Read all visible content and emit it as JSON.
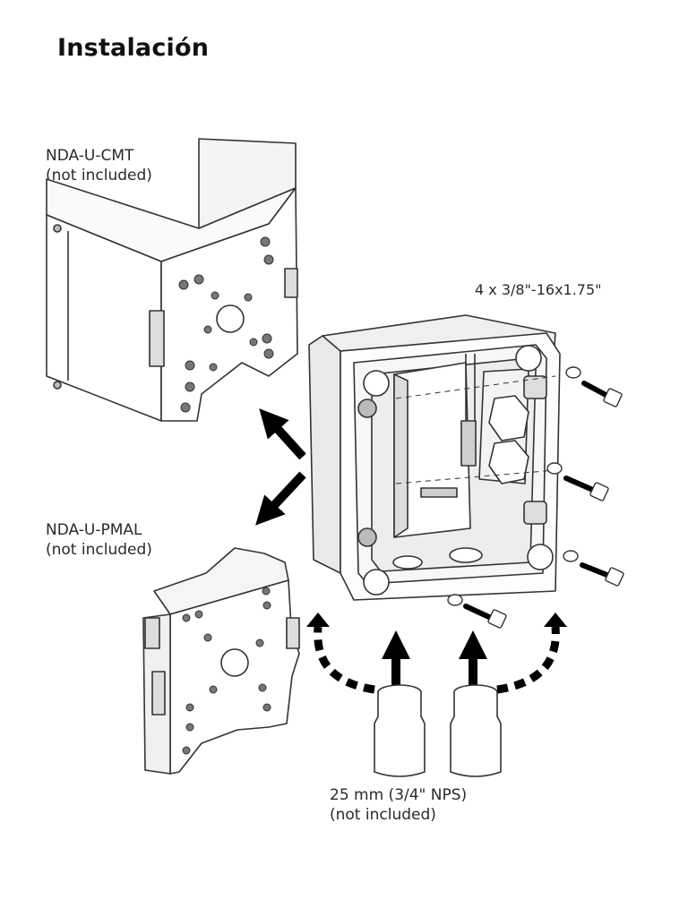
{
  "page": {
    "title": "Instalación"
  },
  "labels": {
    "cmt": {
      "line1": "NDA-U-CMT",
      "line2": "(not included)"
    },
    "pmal": {
      "line1": "NDA-U-PMAL",
      "line2": "(not included)"
    },
    "screws": {
      "line1": "4 x 3/8\"-16x1.75\""
    },
    "conduit": {
      "line1": "25 mm (3/4\" NPS)",
      "line2": "(not included)"
    }
  }
}
